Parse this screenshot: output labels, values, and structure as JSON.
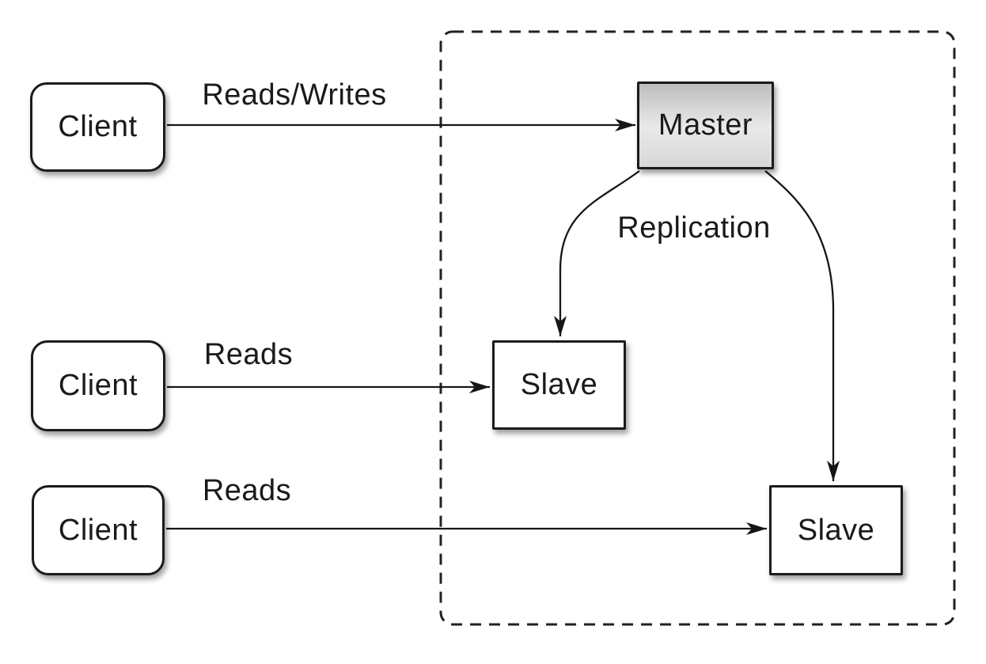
{
  "diagram": {
    "kind": "master-slave-replication",
    "nodes": [
      {
        "id": "client1",
        "label": "Client",
        "role": "client",
        "shape": "rounded-rect"
      },
      {
        "id": "client2",
        "label": "Client",
        "role": "client",
        "shape": "rounded-rect"
      },
      {
        "id": "client3",
        "label": "Client",
        "role": "client",
        "shape": "rounded-rect"
      },
      {
        "id": "master",
        "label": "Master",
        "role": "master",
        "shape": "rect"
      },
      {
        "id": "slave1",
        "label": "Slave",
        "role": "slave",
        "shape": "rect"
      },
      {
        "id": "slave2",
        "label": "Slave",
        "role": "slave",
        "shape": "rect"
      }
    ],
    "edges": [
      {
        "from": "client1",
        "to": "master",
        "label": "Reads/Writes",
        "style": "straight-arrow"
      },
      {
        "from": "client2",
        "to": "slave1",
        "label": "Reads",
        "style": "straight-arrow"
      },
      {
        "from": "client3",
        "to": "slave2",
        "label": "Reads",
        "style": "straight-arrow"
      },
      {
        "from": "master",
        "to": "slave1",
        "label": "Replication",
        "style": "curved-arrow"
      },
      {
        "from": "master",
        "to": "slave2",
        "label": "",
        "style": "curved-arrow"
      }
    ],
    "boundary": {
      "description": "dashed rounded rectangle enclosing master and slaves",
      "style": "dashed"
    },
    "colors": {
      "background": "#ffffff",
      "node_border": "#1b1b1b",
      "node_fill": "#ffffff",
      "master_fill_top": "#bdbdbd",
      "master_fill_mid": "#e9e9e9",
      "master_fill_bottom": "#d7d7d7",
      "arrow": "#161616",
      "dashed_border": "#222222",
      "text": "#1a1a1a"
    }
  }
}
